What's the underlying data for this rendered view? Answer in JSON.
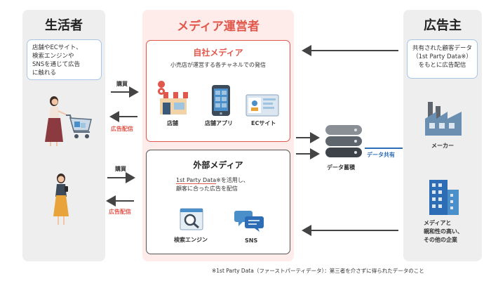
{
  "columns": {
    "consumer": {
      "title": "生活者",
      "note": [
        "店舗やECサイト、",
        "検索エンジンや",
        "SNSを通じて広告",
        "に触れる"
      ]
    },
    "media": {
      "title": "メディア運営者"
    },
    "advertiser": {
      "title": "広告主",
      "note": [
        "共有された顧客データ",
        "（1st Party Data※）",
        "をもとに広告配信"
      ]
    }
  },
  "own_media": {
    "title": "自社メディア",
    "subtitle": "小売店が運営する各チャネルでの発信",
    "channels": [
      "店舗",
      "店舗アプリ",
      "ECサイト"
    ]
  },
  "ext_media": {
    "title": "外部メディア",
    "desc_highlight": "1st Party Data",
    "desc_line1_rest": "※を活用し、",
    "desc_line2": "顧客に合った広告を配信",
    "channels": [
      "検索エンジン",
      "SNS"
    ]
  },
  "flows": {
    "purchase": "購買",
    "ad_delivery": "広告配信",
    "data_store": "データ蓄積",
    "data_share": "データ共有"
  },
  "advertisers": {
    "maker": "メーカー",
    "other": [
      "メディアと",
      "親和性の高い、",
      "その他の企業"
    ]
  },
  "footnote": "※1st Party Data（ファーストパーティデータ）：第三者を介さずに得られたデータのこと",
  "colors": {
    "accent_red": "#e2574c",
    "accent_blue": "#2d6db5",
    "panel_bg": "#fdecea"
  }
}
